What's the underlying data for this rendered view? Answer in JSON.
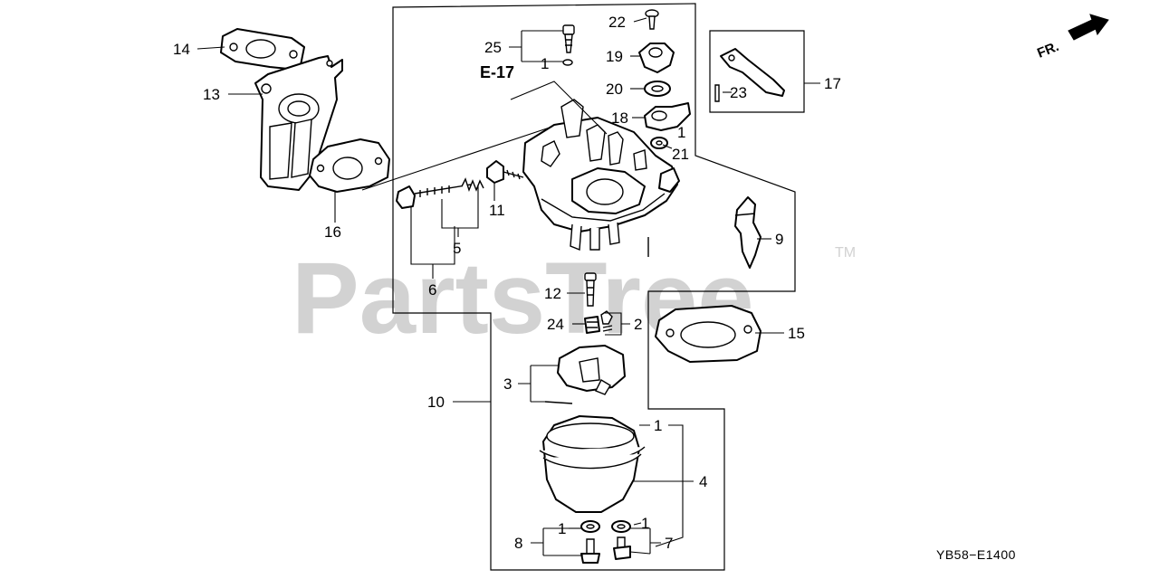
{
  "diagram": {
    "watermark": "PartsTree",
    "trademark": "TM",
    "front_label": "FR.",
    "code": "YB58−E1400",
    "reference": "E-17",
    "labels": {
      "p1a": "1",
      "p1b": "1",
      "p1c": "1",
      "p1d": "1",
      "p1e": "1",
      "p2": "2",
      "p3": "3",
      "p4": "4",
      "p5": "5",
      "p6": "6",
      "p7": "7",
      "p8": "8",
      "p9": "9",
      "p10": "10",
      "p11": "11",
      "p12": "12",
      "p13": "13",
      "p14": "14",
      "p15": "15",
      "p16": "16",
      "p17": "17",
      "p18": "18",
      "p19": "19",
      "p20": "20",
      "p21": "21",
      "p22": "22",
      "p23": "23",
      "p24": "24",
      "p25": "25"
    }
  }
}
